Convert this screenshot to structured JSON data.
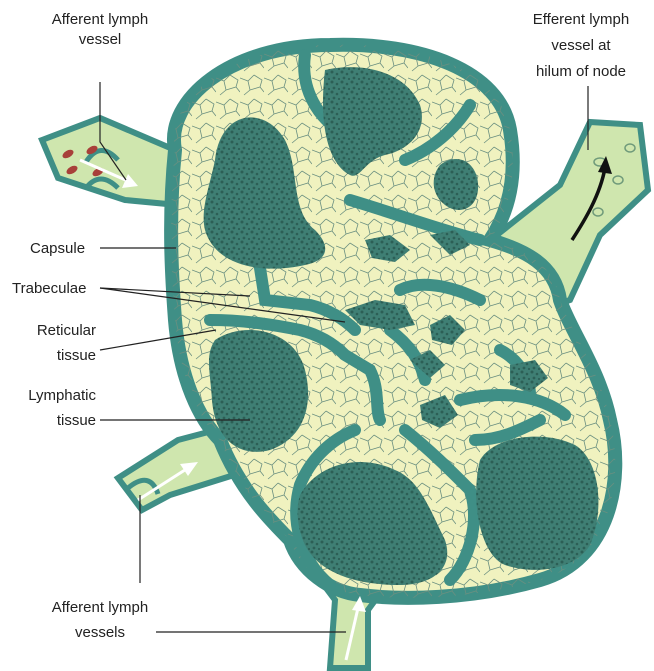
{
  "labels": {
    "afferent_top": [
      "Afferent lymph",
      "vessel"
    ],
    "efferent": [
      "Efferent lymph",
      "vessel at",
      "hilum of node"
    ],
    "capsule": "Capsule",
    "trabeculae": "Trabeculae",
    "reticular": [
      "Reticular",
      "tissue"
    ],
    "lymphatic": [
      "Lymphatic",
      "tissue"
    ],
    "afferent_bottom": [
      "Afferent lymph",
      "vessels"
    ]
  },
  "colors": {
    "capsule": "#3f8f86",
    "stroma": "#f0f2bf",
    "vessel_fill": "#cfe6ae",
    "lymphatic_tissue": "#3f7f74",
    "lymphatic_speckle": "#2c5f56",
    "reticular_lines": "#6a8f80",
    "arrow_light": "#ffffff",
    "arrow_dark": "#111111",
    "cell_red": "#a8403a"
  }
}
